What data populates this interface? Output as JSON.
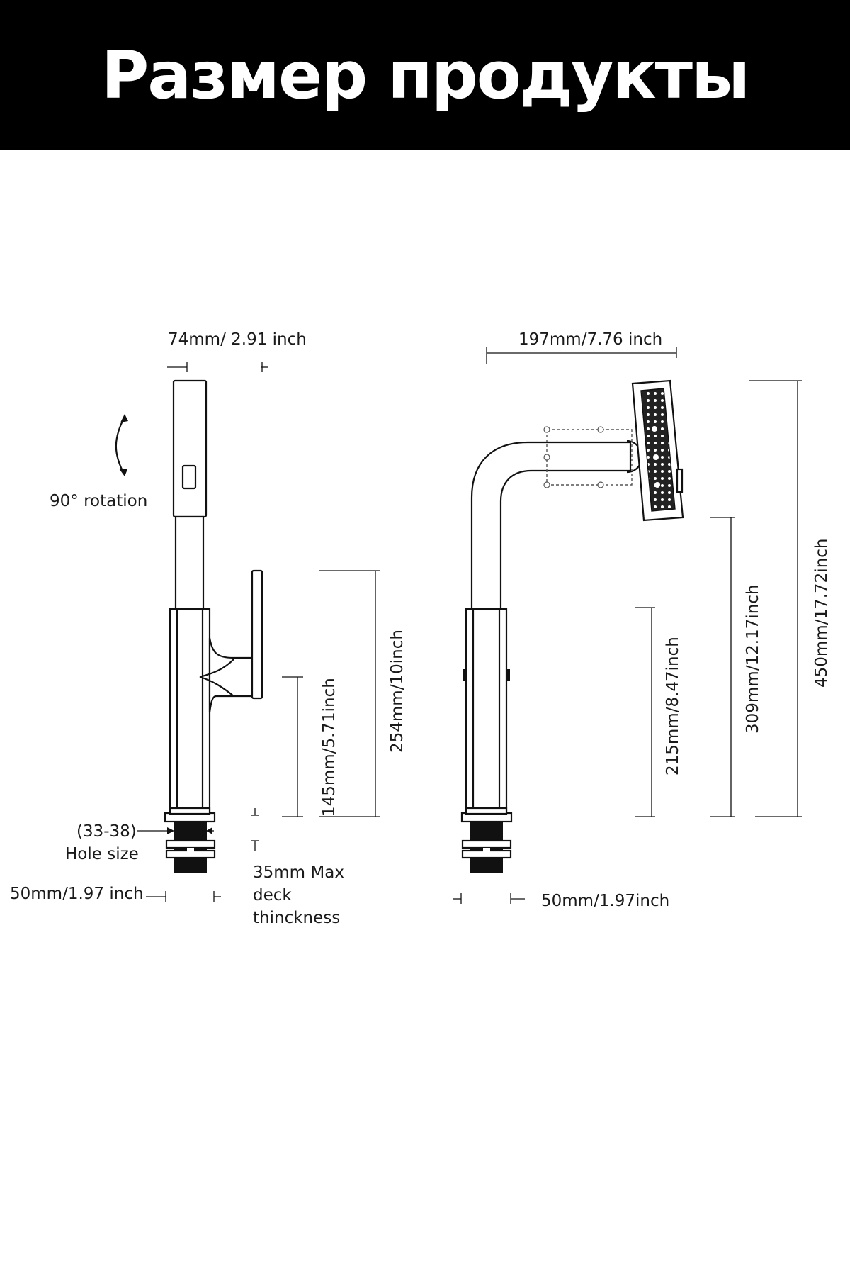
{
  "header": {
    "title": "Размер продукты"
  },
  "side_view": {
    "width_label": "74mm/ 2.91 inch",
    "rotation_label": "90° rotation",
    "height_lever_label": "254mm/10inch",
    "height_handle_label": "145mm/5.71inch",
    "hole_size_value": "(33-38)",
    "hole_size_label": "Hole size",
    "base_label": "50mm/1.97 inch",
    "deck_label": [
      "35mm Max",
      "deck",
      "thinckness"
    ]
  },
  "front_view": {
    "reach_label": "197mm/7.76 inch",
    "spout_height_label": "215mm/8.47inch",
    "head_height_label": "309mm/12.17inch",
    "total_height_label": "450mm/17.72inch",
    "base_label": "50mm/1.97inch"
  },
  "colors": {
    "banner": "#000000",
    "banner_text": "#ffffff",
    "line": "#111111"
  }
}
